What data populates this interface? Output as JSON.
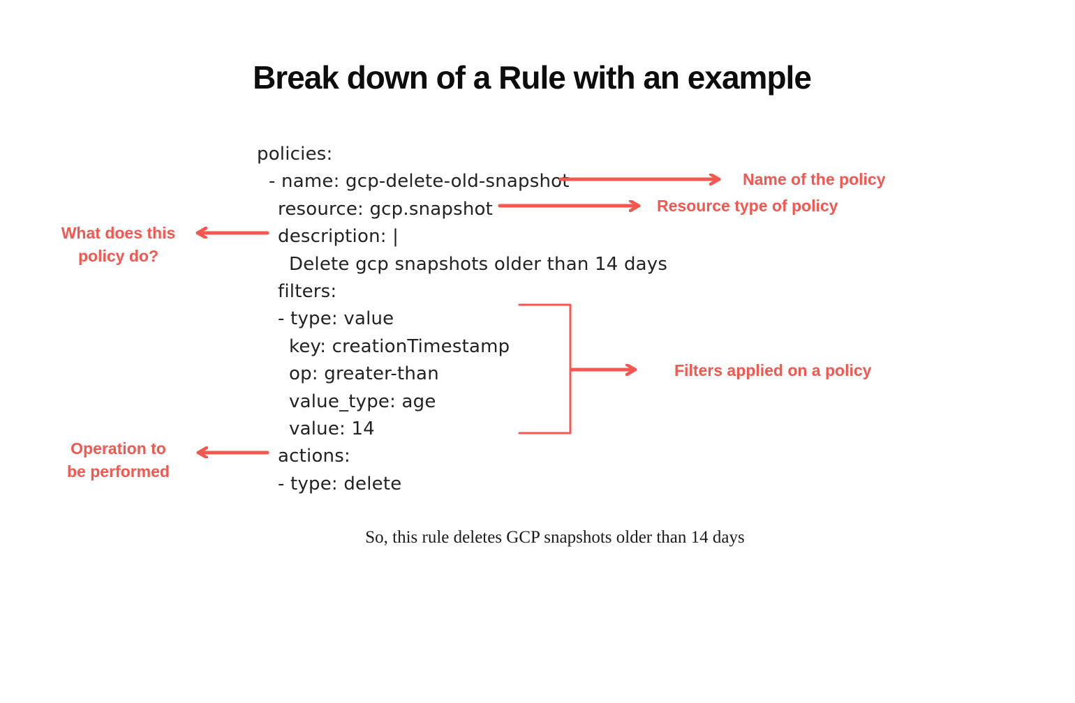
{
  "title": "Break down of a Rule with an example",
  "colors": {
    "accent": "#F4574F",
    "code_text": "#222222",
    "title_text": "#0D0D0D"
  },
  "code": {
    "lines": [
      "policies:",
      "- name: gcp-delete-old-snapshot",
      "resource: gcp.snapshot",
      "description: |",
      "Delete gcp snapshots older than 14 days",
      "filters:",
      "- type: value",
      "key: creationTimestamp",
      "op: greater-than",
      "value_type: age",
      "value: 14",
      "actions:",
      "- type: delete"
    ]
  },
  "annotations": {
    "name_label": "Name of the policy",
    "resource_label": "Resource type of policy",
    "description_label_line1": "What does this",
    "description_label_line2": "policy do?",
    "filters_label": "Filters applied on a policy",
    "actions_label_line1": "Operation to",
    "actions_label_line2": "be performed"
  },
  "summary": "So, this rule deletes GCP snapshots older than 14 days"
}
